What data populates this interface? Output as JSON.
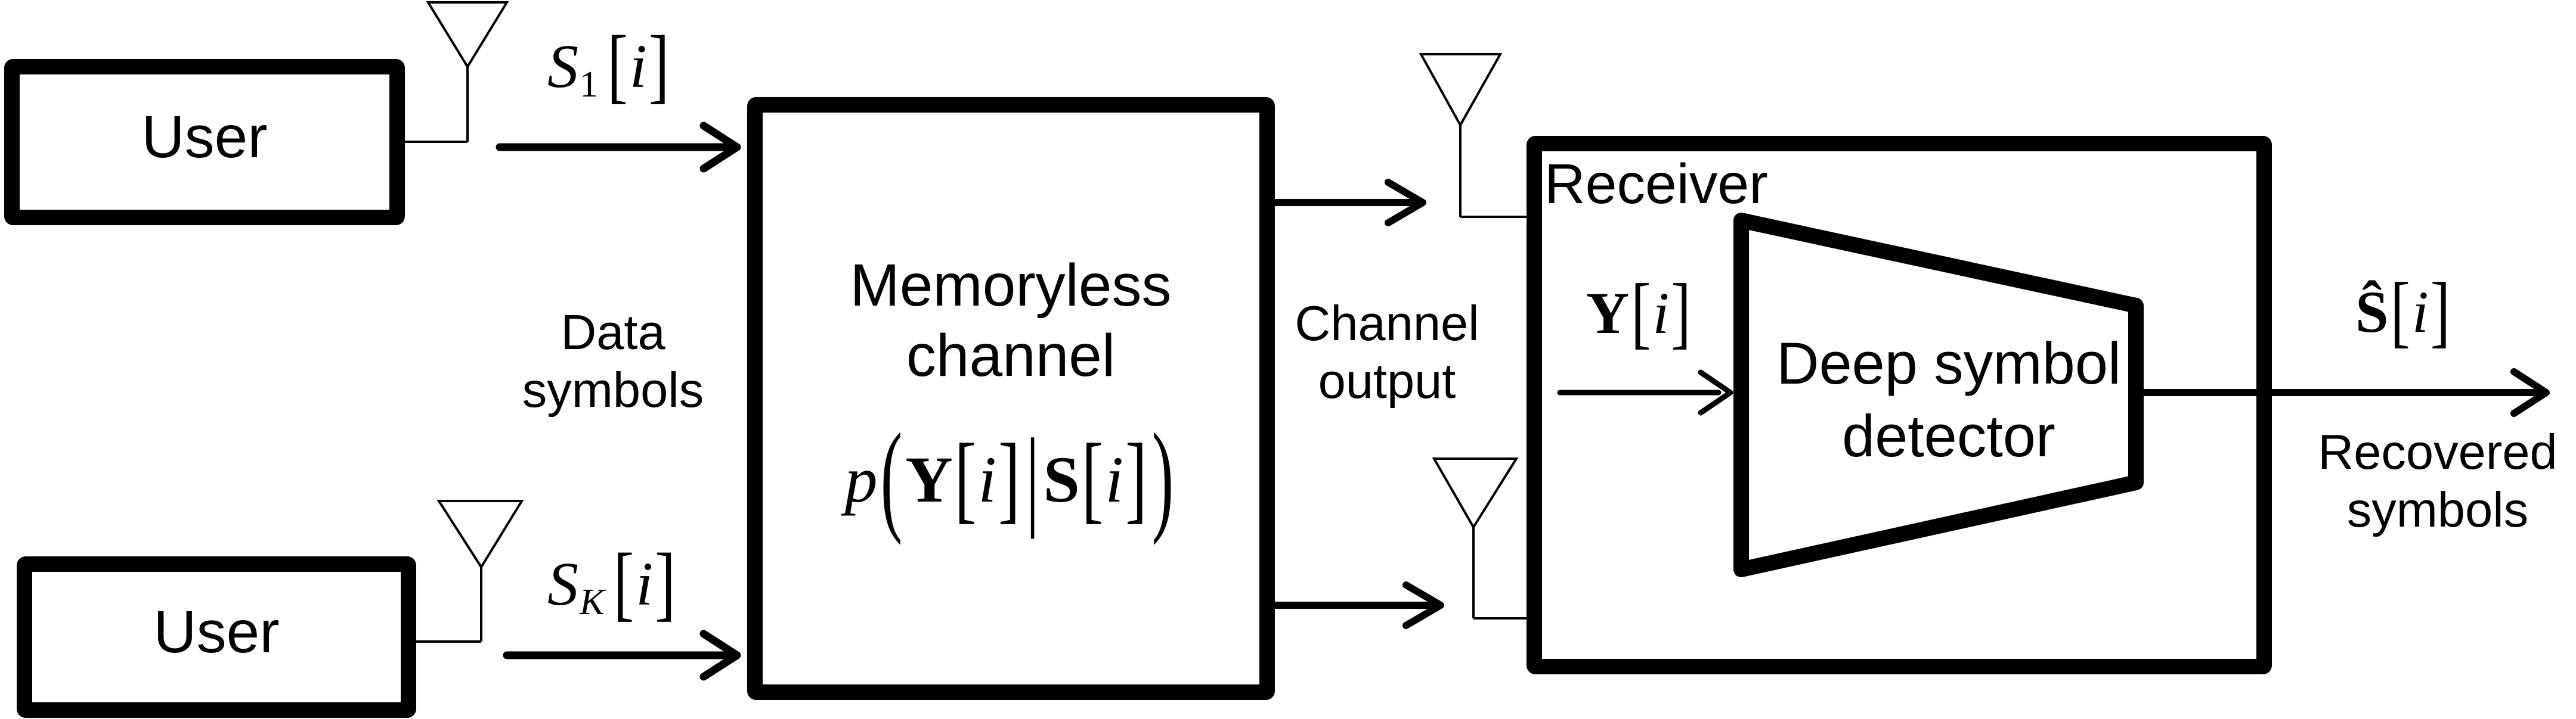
{
  "canvas": {
    "background": "#ffffff",
    "ink": "#000000"
  },
  "blocks": {
    "user_top": {
      "label": "User"
    },
    "user_bottom": {
      "label": "User"
    },
    "channel": {
      "line1": "Memoryless",
      "line2": "channel"
    },
    "receiver": {
      "label": "Receiver"
    },
    "detector": {
      "line1": "Deep symbol",
      "line2": "detector"
    }
  },
  "annotations": {
    "data_symbols": {
      "line1": "Data",
      "line2": "symbols"
    },
    "channel_output": {
      "line1": "Channel",
      "line2": "output"
    },
    "recovered_symbols": {
      "line1": "Recovered",
      "line2": "symbols"
    }
  },
  "math": {
    "s1": {
      "base": "S",
      "sub": "1",
      "open": "[",
      "index": "i",
      "close": "]"
    },
    "sk": {
      "base": "S",
      "sub": "K",
      "open": "[",
      "index": "i",
      "close": "]"
    },
    "y_in": {
      "base": "Y",
      "open": "[",
      "index": "i",
      "close": "]"
    },
    "s_hat": {
      "base": "Ŝ",
      "open": "[",
      "index": "i",
      "close": "]"
    },
    "formula": {
      "fn": "p",
      "open_paren": "(",
      "lhs": "Y",
      "lhs_open": "[",
      "lhs_index": "i",
      "lhs_close": "]",
      "bar": "|",
      "rhs": "S",
      "rhs_open": "[",
      "rhs_index": "i",
      "rhs_close": "]",
      "close_paren": ")"
    }
  },
  "icons": {
    "antenna_user_top": "antenna-icon",
    "antenna_user_bottom": "antenna-icon",
    "antenna_receiver_top": "antenna-icon",
    "antenna_receiver_bottom": "antenna-icon"
  }
}
